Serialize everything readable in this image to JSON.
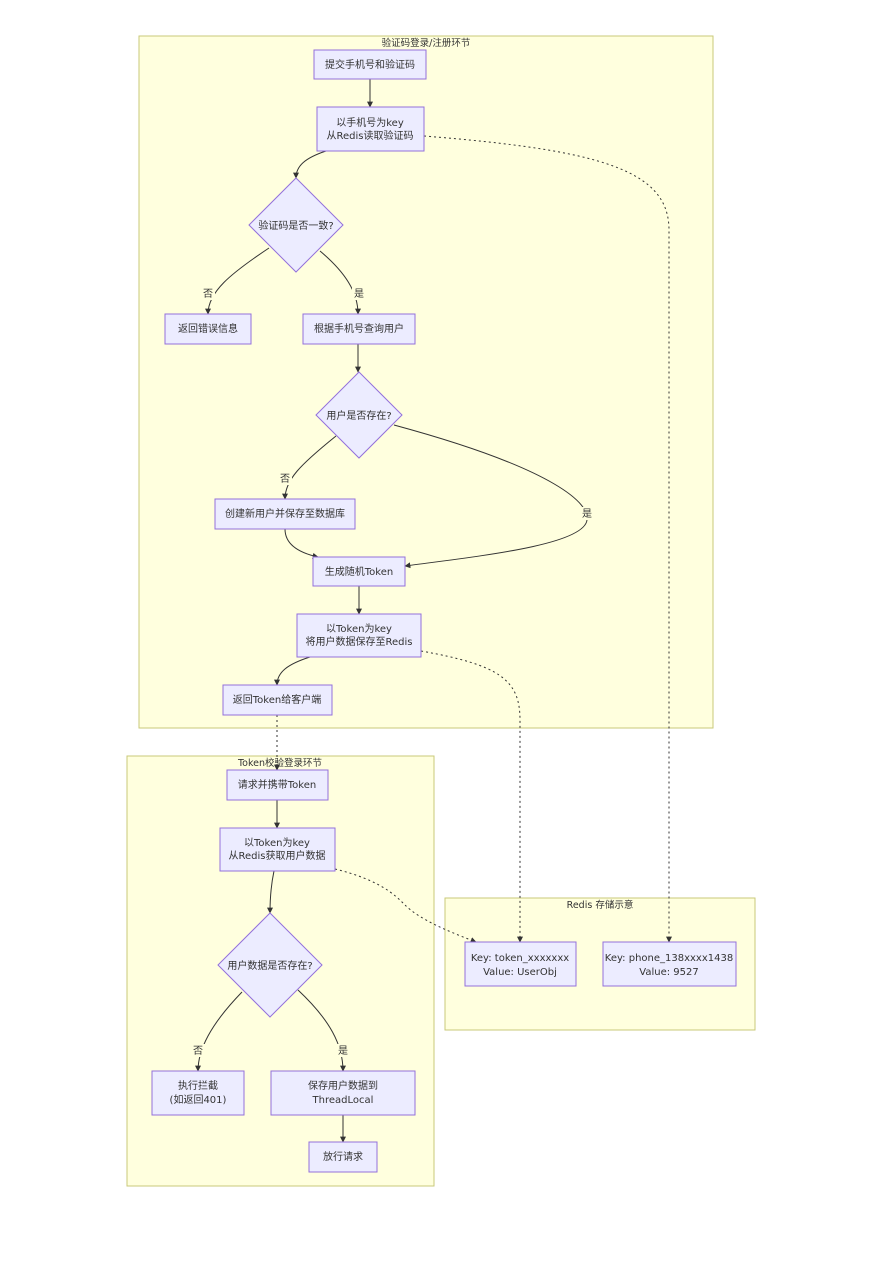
{
  "clusters": {
    "login": "验证码登录/注册环节",
    "token": "Token校验登录环节",
    "redis": "Redis 存储示意"
  },
  "nodes": {
    "submit": [
      "提交手机号和验证码"
    ],
    "read_code": [
      "以手机号为key",
      "从Redis读取验证码"
    ],
    "code_match": [
      "验证码是否一致?"
    ],
    "return_error": [
      "返回错误信息"
    ],
    "query_user": [
      "根据手机号查询用户"
    ],
    "user_exists": [
      "用户是否存在?"
    ],
    "create_user": [
      "创建新用户并保存至数据库"
    ],
    "gen_token": [
      "生成随机Token"
    ],
    "save_user": [
      "以Token为key",
      "将用户数据保存至Redis"
    ],
    "return_token": [
      "返回Token给客户端"
    ],
    "request_token": [
      "请求并携带Token"
    ],
    "get_user": [
      "以Token为key",
      "从Redis获取用户数据"
    ],
    "userdata_exists": [
      "用户数据是否存在?"
    ],
    "intercept": [
      "执行拦截",
      "(如返回401)"
    ],
    "threadlocal": [
      "保存用户数据到",
      "ThreadLocal"
    ],
    "pass": [
      "放行请求"
    ],
    "redis_token": [
      "Key: token_xxxxxxx",
      "Value: UserObj"
    ],
    "redis_phone": [
      "Key: phone_138xxxx1438",
      "Value: 9527"
    ]
  },
  "edge_labels": {
    "code_no": "否",
    "code_yes": "是",
    "user_no": "否",
    "user_yes": "是",
    "data_no": "否",
    "data_yes": "是"
  }
}
